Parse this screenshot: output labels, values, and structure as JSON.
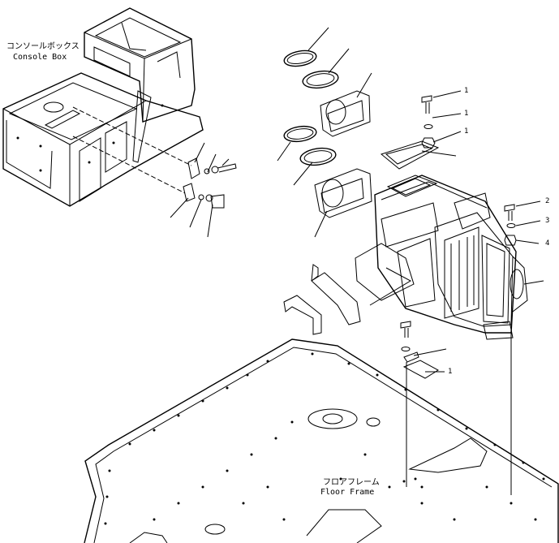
{
  "labels": {
    "console_box_jp": "コンソールボックス",
    "console_box_en": "Console Box",
    "floor_frame_jp": "フロアフレーム",
    "floor_frame_en": "Floor Frame"
  },
  "callouts": [
    "1",
    "1",
    "1",
    "2",
    "3",
    "4",
    "1"
  ]
}
